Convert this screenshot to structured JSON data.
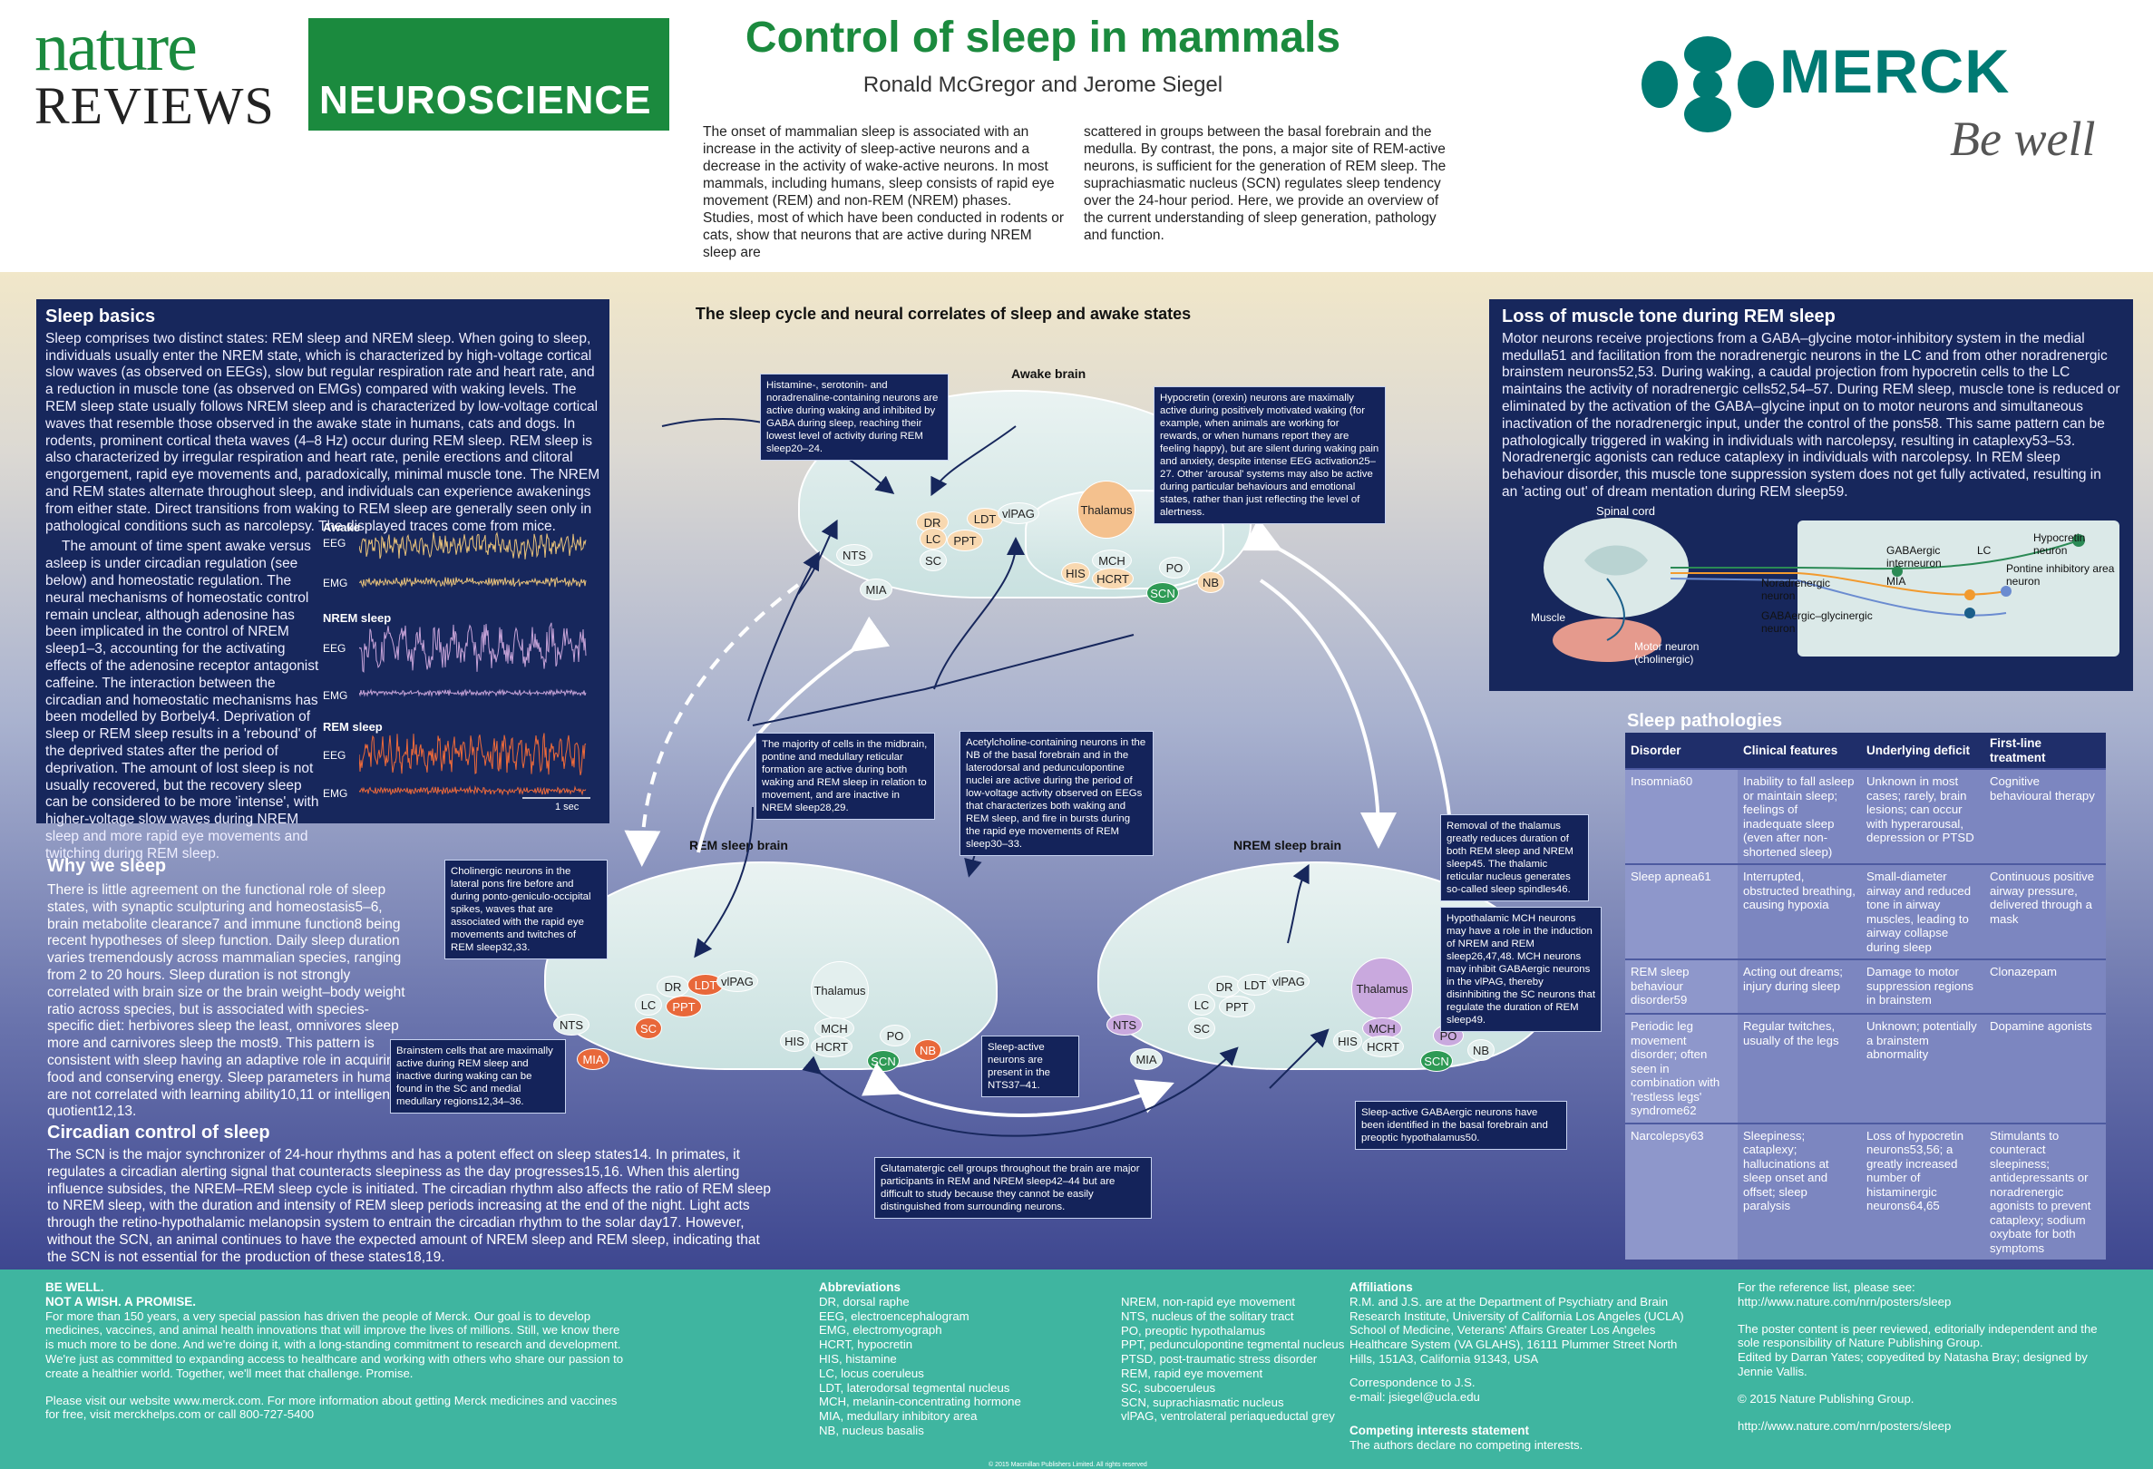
{
  "header": {
    "nature": "nature",
    "reviews": "REVIEWS",
    "neuroscience": "NEUROSCIENCE",
    "title": "Control of sleep in mammals",
    "authors": "Ronald McGregor and Jerome Siegel",
    "intro_1": "The onset of mammalian sleep is associated with an increase in the activity of sleep-active neurons and a decrease in the activity of wake-active neurons. In most mammals, including humans, sleep consists of rapid eye movement (REM) and non-REM (NREM) phases. Studies, most of which have been conducted in rodents or cats, show that neurons that are active during NREM sleep are",
    "intro_2": "scattered in groups between the basal forebrain and the medulla. By contrast, the pons, a major site of REM-active neurons, is sufficient for the generation of REM sleep. The suprachiasmatic nucleus (SCN) regulates sleep tendency over the 24-hour period. Here, we provide an overview of the current understanding of sleep generation, pathology and function.",
    "merck": "MERCK",
    "be_well": "Be well"
  },
  "sleep_basics": {
    "title": "Sleep basics",
    "p1": "Sleep comprises two distinct states: REM sleep and NREM sleep. When going to sleep, individuals usually enter the NREM state, which is characterized by high-voltage cortical slow waves (as observed on EEGs), slow but regular respiration rate and heart rate, and a reduction in muscle tone (as observed on EMGs) compared with waking levels. The REM sleep state usually follows NREM sleep and is characterized by low-voltage cortical waves that resemble those observed in the awake state in humans, cats and dogs. In rodents, prominent cortical theta waves (4–8 Hz) occur during REM sleep. REM sleep is also characterized by irregular respiration and heart rate, penile erections and clitoral engorgement, rapid eye movements and, paradoxically, minimal muscle tone. The NREM and REM states alternate throughout sleep, and individuals can experience awakenings from either state. Direct transitions from waking to REM sleep are generally seen only in pathological conditions such as narcolepsy. The displayed traces come from mice.",
    "p2": "The amount of time spent awake versus asleep is under circadian regulation (see below) and homeostatic regulation. The neural mechanisms of homeostatic control remain unclear, although adenosine has been implicated in the control of NREM sleep1–3, accounting for the activating effects of the adenosine receptor antagonist caffeine. The interaction between the circadian and homeostatic mechanisms has been modelled by Borbely4. Deprivation of sleep or REM sleep results in a 'rebound' of the deprived states after the period of deprivation. The amount of lost sleep is not usually recovered, but the recovery sleep can be considered to be more 'intense', with higher-voltage slow waves during NREM sleep and more rapid eye movements and twitching during REM sleep.",
    "traces": {
      "awake": "Awake",
      "nrem": "NREM sleep",
      "rem": "REM sleep",
      "eeg": "EEG",
      "emg": "EMG",
      "scale": "1 sec"
    }
  },
  "why_sleep": {
    "title": "Why we sleep",
    "text": "There is little agreement on the functional role of sleep states, with synaptic sculpturing and homeostasis5–6, brain metabolite clearance7 and immune function8 being recent hypotheses of sleep function. Daily sleep duration varies tremendously across mammalian species, ranging from 2 to 20 hours. Sleep duration is not strongly correlated with brain size or the brain weight–body weight ratio across species, but is associated with species-specific diet: herbivores sleep the least, omnivores sleep more and carnivores sleep the most9. This pattern is consistent with sleep having an adaptive role in acquiring food and conserving energy. Sleep parameters in humans are not correlated with learning ability10,11 or intelligence quotient12,13."
  },
  "circadian": {
    "title": "Circadian control of sleep",
    "text": "The SCN is the major synchronizer of 24-hour rhythms and has a potent effect on sleep states14. In primates, it regulates a circadian alerting signal that counteracts sleepiness as the day progresses15,16. When this alerting influence subsides, the NREM–REM sleep cycle is initiated. The circadian rhythm also affects the ratio of REM sleep to NREM sleep, with the duration and intensity of REM sleep periods increasing at the end of the night. Light acts through the retino-hypothalamic melanopsin system to entrain the circadian rhythm to the solar day17. However, without the SCN, an animal continues to have the expected amount of NREM sleep and REM sleep, indicating that the SCN is not essential for the production of these states18,19."
  },
  "cycle": {
    "title": "The sleep cycle and neural correlates of sleep and awake states",
    "awake_label": "Awake brain",
    "rem_label": "REM sleep brain",
    "nrem_label": "NREM sleep brain",
    "c_histamine": "Histamine-, serotonin- and noradrenaline-containing neurons are active during waking and inhibited by GABA during sleep, reaching their lowest level of activity during REM sleep20–24.",
    "c_hypocretin": "Hypocretin (orexin) neurons are maximally active during positively motivated waking (for example, when animals are working for rewards, or when humans report they are feeling happy), but are silent during waking pain and anxiety, despite intense EEG activation25–27. Other 'arousal' systems may also be active during particular behaviours and emotional states, rather than just reflecting the level of alertness.",
    "c_majority": "The majority of cells in the midbrain, pontine and medullary reticular formation are active during both waking and REM sleep in relation to movement, and are inactive in NREM sleep28,29.",
    "c_ach": "Acetylcholine-containing neurons in the NB of the basal forebrain and in the laterodorsal and pedunculopontine nuclei are active during the period of low-voltage activity observed on EEGs that characterizes both waking and REM sleep, and fire in bursts during the rapid eye movements of REM sleep30–33.",
    "c_cholinergic": "Cholinergic neurons in the lateral pons fire before and during ponto-geniculo-occipital spikes, waves that are associated with the rapid eye movements and twitches of REM sleep32,33.",
    "c_brainstem": "Brainstem cells that are maximally active during REM sleep and inactive during waking can be found in the SC and medial medullary regions12,34–36.",
    "c_removal": "Removal of the thalamus greatly reduces duration of both REM sleep and NREM sleep45. The thalamic reticular nucleus generates so-called sleep spindles46.",
    "c_mch": "Hypothalamic MCH neurons may have a role in the induction of NREM and REM sleep26,47,48. MCH neurons may inhibit GABAergic neurons in the vlPAG, thereby disinhibiting the SC neurons that regulate the duration of REM sleep49.",
    "c_nts": "Sleep-active neurons are present in the NTS37–41.",
    "c_gaba": "Sleep-active GABAergic neurons have been identified in the basal forebrain and preoptic hypothalamus50.",
    "c_glut": "Glutamatergic cell groups throughout the brain are major participants in REM and NREM sleep42–44 but are difficult to study because they cannot be easily distinguished from surrounding neurons.",
    "nodes": {
      "thalamus": "Thalamus",
      "dr": "DR",
      "ldt": "LDT",
      "vlpag": "vlPAG",
      "lc": "LC",
      "ppt": "PPT",
      "sc": "SC",
      "nts": "NTS",
      "mia": "MIA",
      "mch": "MCH",
      "his": "HIS",
      "hcrt": "HCRT",
      "po": "PO",
      "nb": "NB",
      "scn": "SCN"
    }
  },
  "muscle": {
    "title": "Loss of muscle tone during REM sleep",
    "text": "Motor neurons receive projections from a GABA–glycine motor-inhibitory system in the medial medulla51 and facilitation from the noradrenergic neurons in the LC and from other noradrenergic brainstem neurons52,53. During waking, a caudal projection from hypocretin cells to the LC maintains the activity of noradrenergic cells52,54–57. During REM sleep, muscle tone is reduced or eliminated by the activation of the GABA–glycine input on to motor neurons and simultaneous inactivation of the noradrenergic input, under the control of the pons58. This same pattern can be pathologically triggered in waking in individuals with narcolepsy, resulting in cataplexy53–53. Noradrenergic agonists can reduce cataplexy in individuals with narcolepsy. In REM sleep behaviour disorder, this muscle tone suppression system does not get fully activated, resulting in an 'acting out' of dream mentation during REM sleep59.",
    "labels": {
      "spinal": "Spinal cord",
      "nor": "Noradrenergic neuron",
      "gaba_int": "GABAergic interneuron",
      "lc": "LC",
      "hcrt": "Hypocretin neuron",
      "pontine": "Pontine inhibitory area neuron",
      "mia": "MIA",
      "gly": "GABAergic–glycinergic neuron",
      "muscle": "Muscle",
      "motor": "Motor neuron (cholinergic)"
    }
  },
  "pathologies": {
    "title": "Sleep pathologies",
    "headers": [
      "Disorder",
      "Clinical features",
      "Underlying deficit",
      "First-line treatment"
    ],
    "rows": [
      [
        "Insomnia60",
        "Inability to fall asleep or maintain sleep; feelings of inadequate sleep (even after non-shortened sleep)",
        "Unknown in most cases; rarely, brain lesions; can occur with hyperarousal, depression or PTSD",
        "Cognitive behavioural therapy"
      ],
      [
        "Sleep apnea61",
        "Interrupted, obstructed breathing, causing hypoxia",
        "Small-diameter airway and reduced tone in airway muscles, leading to airway collapse during sleep",
        "Continuous positive airway pressure, delivered through a mask"
      ],
      [
        "REM sleep behaviour disorder59",
        "Acting out dreams; injury during sleep",
        "Damage to motor suppression regions in brainstem",
        "Clonazepam"
      ],
      [
        "Periodic leg movement disorder; often seen in combination with 'restless legs' syndrome62",
        "Regular twitches, usually of the legs",
        "Unknown; potentially a brainstem abnormality",
        "Dopamine agonists"
      ],
      [
        "Narcolepsy63",
        "Sleepiness; cataplexy; hallucinations at sleep onset and offset; sleep paralysis",
        "Loss of hypocretin neurons53,56; a greatly increased number of histaminergic neurons64,65",
        "Stimulants to counteract sleepiness; antidepressants or noradrenergic agonists to prevent cataplexy; sodium oxybate for both symptoms"
      ]
    ]
  },
  "footer": {
    "bewell": "BE WELL.",
    "notwish": "NOT A WISH. A PROMISE.",
    "merck_text": "For more than 150 years, a very special passion has driven the people of Merck. Our goal is to develop medicines, vaccines, and animal health innovations that will improve the lives of millions. Still, we know there is much more to be done. And we're doing it, with a long-standing commitment to research and development. We're just as committed to expanding access to healthcare and working with others who share our passion to create a healthier world. Together, we'll meet that challenge. Promise.",
    "merck_visit": "Please visit our website www.merck.com. For more information about getting Merck medicines and vaccines for free, visit merckhelps.com or call 800-727-5400",
    "abbr_title": "Abbreviations",
    "abbr1": [
      "DR, dorsal raphe",
      "EEG, electroencephalogram",
      "EMG, electromyograph",
      "HCRT, hypocretin",
      "HIS, histamine",
      "LC, locus coeruleus",
      "LDT, laterodorsal tegmental nucleus",
      "MCH, melanin-concentrating hormone",
      "MIA, medullary inhibitory area",
      "NB, nucleus basalis"
    ],
    "abbr2": [
      "NREM, non-rapid eye movement",
      "NTS, nucleus of the solitary tract",
      "PO, preoptic hypothalamus",
      "PPT, pedunculopontine tegmental nucleus",
      "PTSD, post-traumatic stress disorder",
      "REM, rapid eye movement",
      "SC, subcoeruleus",
      "SCN, suprachiasmatic nucleus",
      "vlPAG, ventrolateral periaqueductal grey"
    ],
    "aff_title": "Affiliations",
    "aff_text": "R.M. and J.S. are at the Department of Psychiatry and Brain Research Institute, University of California Los Angeles (UCLA) School of Medicine, Veterans' Affairs Greater Los Angeles Healthcare System (VA GLAHS), 16111 Plummer Street North Hills, 151A3, California 91343, USA",
    "corr": "Correspondence to J.S.",
    "email": "e-mail: jsiegel@ucla.edu",
    "ci_title": "Competing interests statement",
    "ci_text": "The authors declare no competing interests.",
    "ref": "For the reference list, please see:",
    "ref_url": "http://www.nature.com/nrn/posters/sleep",
    "peer": "The poster content is peer reviewed, editorially independent and the sole responsibility of Nature Publishing Group.",
    "edited": "Edited by Darran Yates; copyedited by Natasha Bray; designed by Jennie Vallis.",
    "copyright": "© 2015 Nature Publishing Group.",
    "url2": "http://www.nature.com/nrn/posters/sleep",
    "macmillan": "© 2015 Macmillan Publishers Limited. All rights reserved"
  },
  "colors": {
    "nature_green": "#1b8a3e",
    "merck_teal": "#007a73",
    "footer_teal": "#3fb5a0",
    "panel_navy": "#17275c"
  }
}
